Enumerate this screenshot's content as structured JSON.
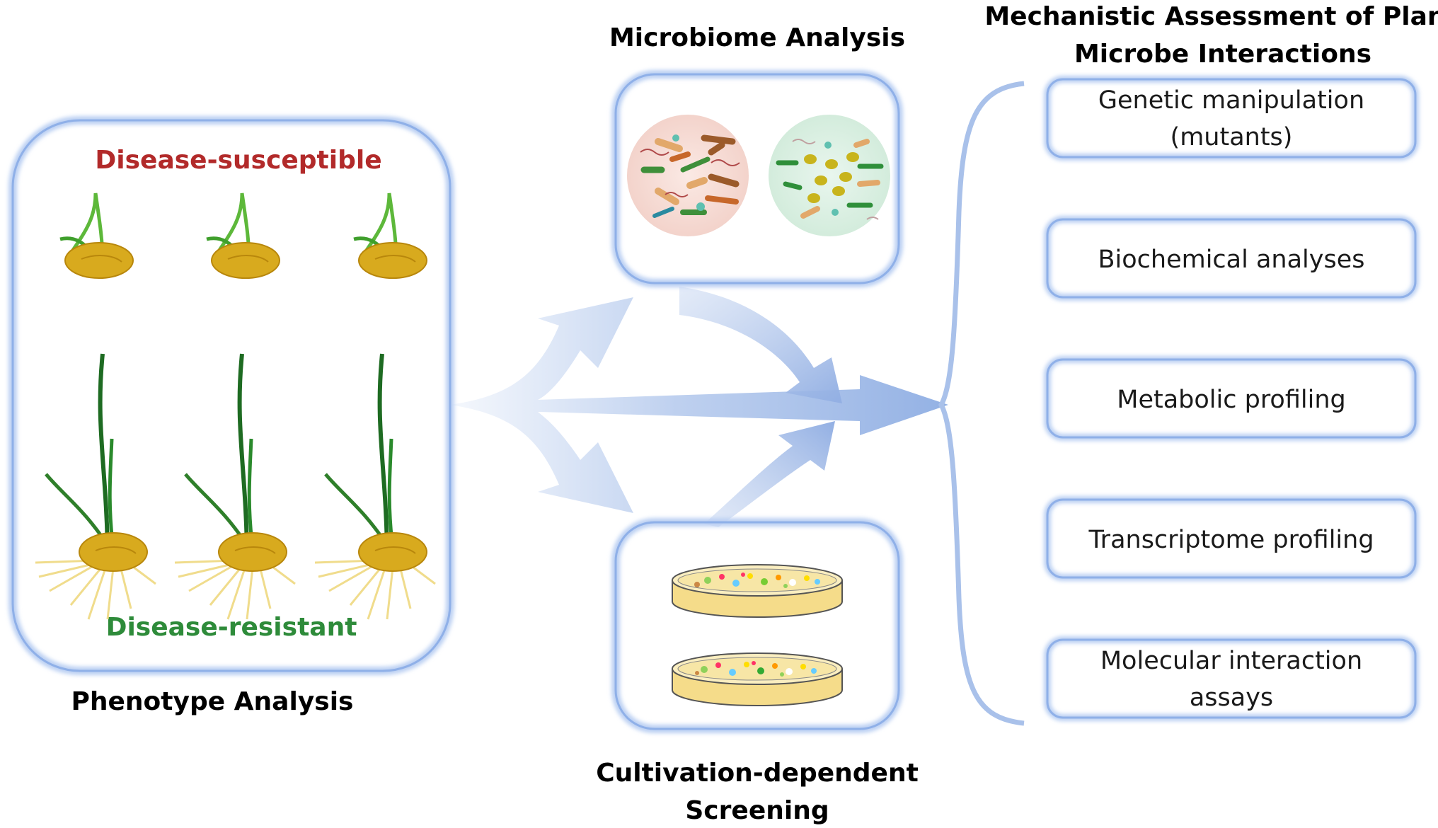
{
  "phenotype": {
    "title": "Phenotype Analysis",
    "susceptible_label": "Disease-susceptible",
    "resistant_label": "Disease-resistant",
    "susceptible_color": "#b22a2a",
    "resistant_color": "#2e8b3a"
  },
  "microbiome": {
    "title": "Microbiome Analysis"
  },
  "cultivation": {
    "title_line1": "Cultivation-dependent",
    "title_line2": "Screening"
  },
  "mechanistic": {
    "title_line1": "Mechanistic Assessment of Plant-",
    "title_line2": "Microbe Interactions",
    "items": [
      {
        "line1": "Genetic manipulation",
        "line2": "(mutants)"
      },
      {
        "line1": "Biochemical analyses",
        "line2": ""
      },
      {
        "line1": "Metabolic profiling",
        "line2": ""
      },
      {
        "line1": "Transcriptome profiling",
        "line2": ""
      },
      {
        "line1": "Molecular interaction",
        "line2": "assays"
      }
    ]
  },
  "colors": {
    "box_border": "#8fb0e8",
    "arrow": "#9fb9e6",
    "seed": "#d8aa1e",
    "leaf_green": "#3f9f2c",
    "leaf_dark": "#1e6b22",
    "root": "#f0dc8c"
  }
}
